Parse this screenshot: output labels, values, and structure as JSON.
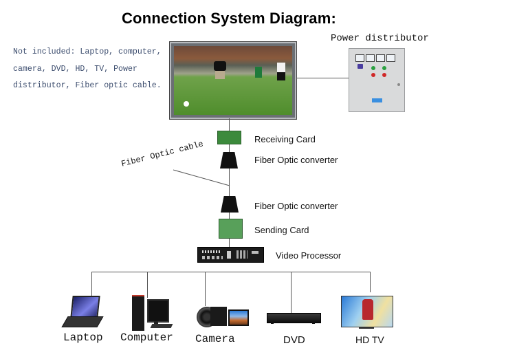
{
  "title": "Connection System Diagram:",
  "note": {
    "lines": [
      "Not included: Laptop, computer,",
      "camera, DVD, HD, TV, Power",
      "distributor, Fiber optic cable."
    ]
  },
  "power_distributor": {
    "label": "Power distributor"
  },
  "screen": {
    "content": "soccer-match-display"
  },
  "chain": [
    {
      "id": "receiving-card",
      "label": "Receiving Card"
    },
    {
      "id": "fiber-converter-top",
      "label": "Fiber Optic converter"
    },
    {
      "id": "fiber-converter-bottom",
      "label": "Fiber Optic converter"
    },
    {
      "id": "sending-card",
      "label": "Sending Card"
    },
    {
      "id": "video-processor",
      "label": "Video Processor"
    }
  ],
  "cable_label": "Fiber Optic cable",
  "sources": [
    {
      "id": "laptop",
      "label": "Laptop",
      "icon": "laptop-icon"
    },
    {
      "id": "computer",
      "label": "Computer",
      "icon": "desktop-computer-icon"
    },
    {
      "id": "camera",
      "label": "Camera",
      "icon": "camcorder-icon"
    },
    {
      "id": "dvd",
      "label": "DVD",
      "icon": "dvd-player-icon"
    },
    {
      "id": "hdtv",
      "label": "HD TV",
      "icon": "tv-icon"
    }
  ],
  "colors": {
    "note_text": "#3c4d6e",
    "line": "#555555",
    "card_green": "#3c8a3c",
    "cabinet": "#d9dadb"
  }
}
